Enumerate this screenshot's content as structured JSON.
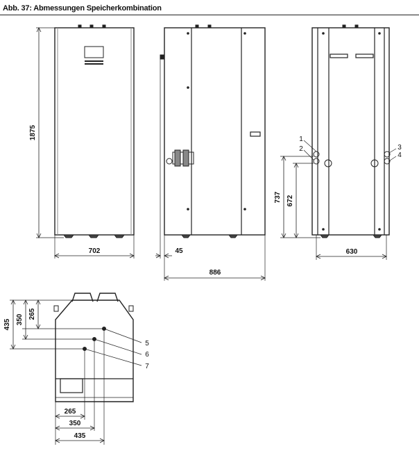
{
  "figure": {
    "caption": "Abb. 37: Abmessungen Speicherkombination"
  },
  "front_view": {
    "height_label": "1875",
    "width_label": "702"
  },
  "side_view": {
    "offset_label": "45",
    "depth_label": "886"
  },
  "rear_view": {
    "height_737_label": "737",
    "height_672_label": "672",
    "width_label": "630",
    "connections": [
      "1",
      "2",
      "3",
      "4"
    ]
  },
  "top_view": {
    "vertical_dims": [
      "435",
      "350",
      "265"
    ],
    "horizontal_dims": [
      "265",
      "350",
      "435"
    ],
    "connections": [
      "5",
      "6",
      "7"
    ]
  }
}
